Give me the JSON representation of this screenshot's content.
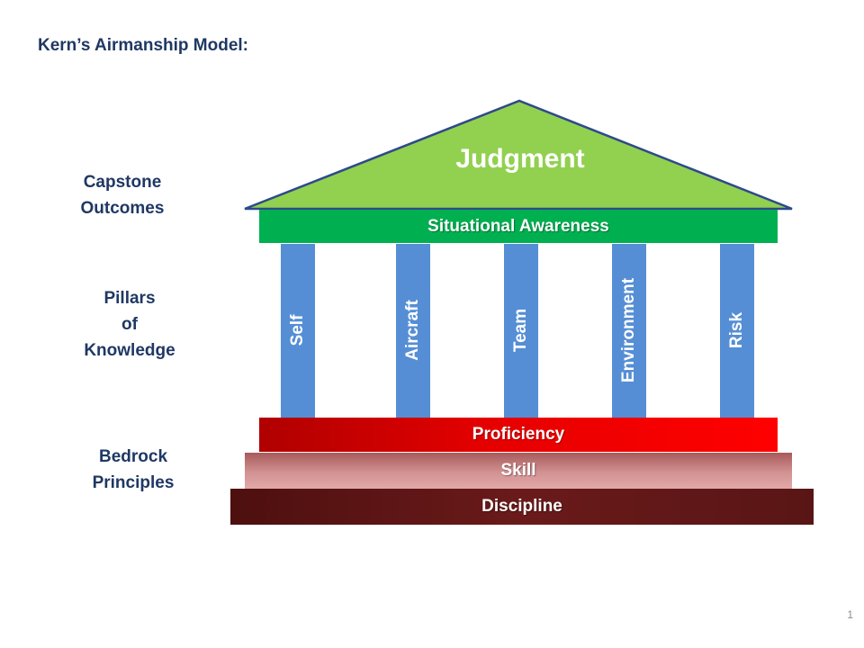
{
  "title": "Kern’s Airmanship Model:",
  "side_labels": {
    "capstone": [
      "Capstone",
      "Outcomes"
    ],
    "pillars": [
      "Pillars",
      "of",
      "Knowledge"
    ],
    "bedrock": [
      "Bedrock",
      "Principles"
    ]
  },
  "roof": {
    "label": "Judgment"
  },
  "beam": {
    "label": "Situational Awareness"
  },
  "pillars": [
    "Self",
    "Aircraft",
    "Team",
    "Environment",
    "Risk"
  ],
  "foundation": {
    "proficiency": "Proficiency",
    "skill": "Skill",
    "discipline": "Discipline"
  },
  "slide_number": "1",
  "colors": {
    "title_text": "#1f3864",
    "roof_fill": "#92d050",
    "roof_outline": "#2e4a8a",
    "beam": "#00b050",
    "pillar": "#558ed5",
    "proficiency": "#ff0000",
    "skill": "#d29292",
    "discipline": "#5a1414"
  }
}
